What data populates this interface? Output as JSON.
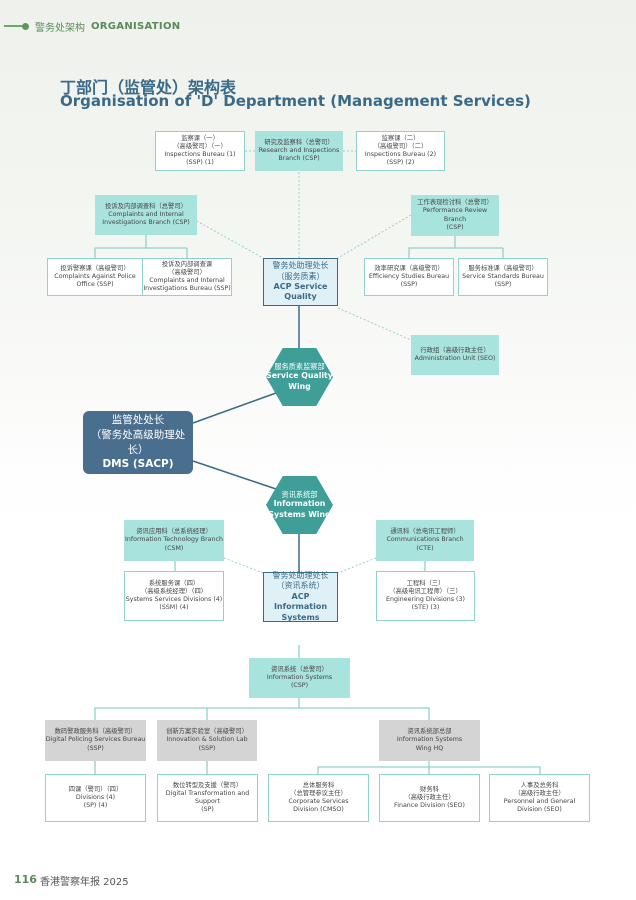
{
  "header": {
    "zh": "警务处架构",
    "en": "ORGANISATION"
  },
  "title": {
    "zh": "丁部门（监管处）架构表",
    "en": "Organisation of 'D' Department (Management Services)"
  },
  "nodes": {
    "ib1": {
      "zh1": "监察课（一）",
      "zh2": "（高级警司）（一）",
      "en1": "Inspections Bureau (1)",
      "en2": "(SSP) (1)"
    },
    "ri": {
      "zh": "研究及监察科（总警司）",
      "en1": "Research and Inspections",
      "en2": "Branch (CSP)"
    },
    "ib2": {
      "zh1": "监察课（二）",
      "zh2": "（高级警司）（二）",
      "en1": "Inspections Bureau (2)",
      "en2": "(SSP) (2)"
    },
    "ciib": {
      "zh": "投诉及内部调查科（总警司）",
      "en1": "Complaints and Internal",
      "en2": "Investigations Branch (CSP)"
    },
    "prb": {
      "zh": "工作表现检讨科（总警司）",
      "en1": "Performance Review Branch",
      "en2": "(CSP)"
    },
    "capo": {
      "zh": "投诉警察课（高级警司）",
      "en1": "Complaints Against Police",
      "en2": "Office (SSP)"
    },
    "ciibur": {
      "zh1": "投诉及内部调查课",
      "zh2": "（高级警司）",
      "en1": "Complaints and Internal",
      "en2": "Investigations Bureau (SSP)"
    },
    "acpsq": {
      "zh1": "警务处助理处长",
      "zh2": "（服务质素）",
      "en1": "ACP Service",
      "en2": "Quality"
    },
    "esb": {
      "zh": "效率研究课（高级警司）",
      "en": "Efficiency Studies Bureau (SSP)"
    },
    "ssb": {
      "zh": "服务标准课（高级警司）",
      "en": "Service Standards Bureau (SSP)"
    },
    "admin": {
      "zh": "行政组（高级行政主任）",
      "en": "Administration Unit (SEO)"
    },
    "sqw": {
      "zh": "服务质素监察部",
      "en1": "Service Quality",
      "en2": "Wing"
    },
    "dms": {
      "l1": "监管处处长",
      "l2": "（警务处高级助理处长）",
      "l3": "DMS (SACP)"
    },
    "isw": {
      "zh": "资讯系统部",
      "en1": "Information",
      "en2": "Systems Wing"
    },
    "itb": {
      "zh": "资讯应用科（总系统经理）",
      "en1": "Information Technology Branch",
      "en2": "(CSM)"
    },
    "cb": {
      "zh": "通讯科（总电讯工程师）",
      "en1": "Communications Branch",
      "en2": "(CTE)"
    },
    "ssd": {
      "zh1": "系统服务课（四）",
      "zh2": "（高级系统经理）（四）",
      "en1": "Systems Services Divisions (4)",
      "en2": "(SSM) (4)"
    },
    "acpis": {
      "zh1": "警务处助理处长",
      "zh2": "（资讯系统）",
      "en1": "ACP Information",
      "en2": "Systems"
    },
    "eng": {
      "zh1": "工程科（三）",
      "zh2": "（高级电讯工程师）（三）",
      "en1": "Engineering Divisions (3)",
      "en2": "(STE) (3)"
    },
    "is": {
      "zh": "资讯系统（总警司）",
      "en1": "Information Systems",
      "en2": "(CSP)"
    },
    "dpsb": {
      "zh": "数码警政服务科（高级警司）",
      "en1": "Digital Policing Services Bureau",
      "en2": "(SSP)"
    },
    "isl": {
      "zh": "创新方案实验室（高级警司）",
      "en1": "Innovation & Solution Lab",
      "en2": "(SSP)"
    },
    "iswhq": {
      "zh": "资讯系统部总部",
      "en1": "Information Systems",
      "en2": "Wing HQ"
    },
    "div4": {
      "zh": "四课（警司）（四）",
      "en1": "Divisions (4)",
      "en2": "(SP) (4)"
    },
    "dts": {
      "zh": "数位转型及支援（警司）",
      "en1": "Digital Transformation and Support",
      "en2": "(SP)"
    },
    "cs": {
      "zh1": "总体服务科",
      "zh2": "（总管理参议主任）",
      "en1": "Corporate Services",
      "en2": "Division (CMSO)"
    },
    "fin": {
      "zh1": "财务科",
      "zh2": "（高级行政主任）",
      "en": "Finance Division (SEO)"
    },
    "pg": {
      "zh1": "人事及总务科",
      "zh2": "（高级行政主任）",
      "en1": "Personnel and General",
      "en2": "Division (SEO)"
    }
  },
  "footer": {
    "page": "116",
    "text": "香港警察年报 2025"
  },
  "colors": {
    "teal": "#a9e3dd",
    "hex": "#3f9e97",
    "navy": "#4a6e8e",
    "accent": "#3a6a88",
    "green": "#5a8a5a",
    "grey": "#d4d4d4"
  }
}
